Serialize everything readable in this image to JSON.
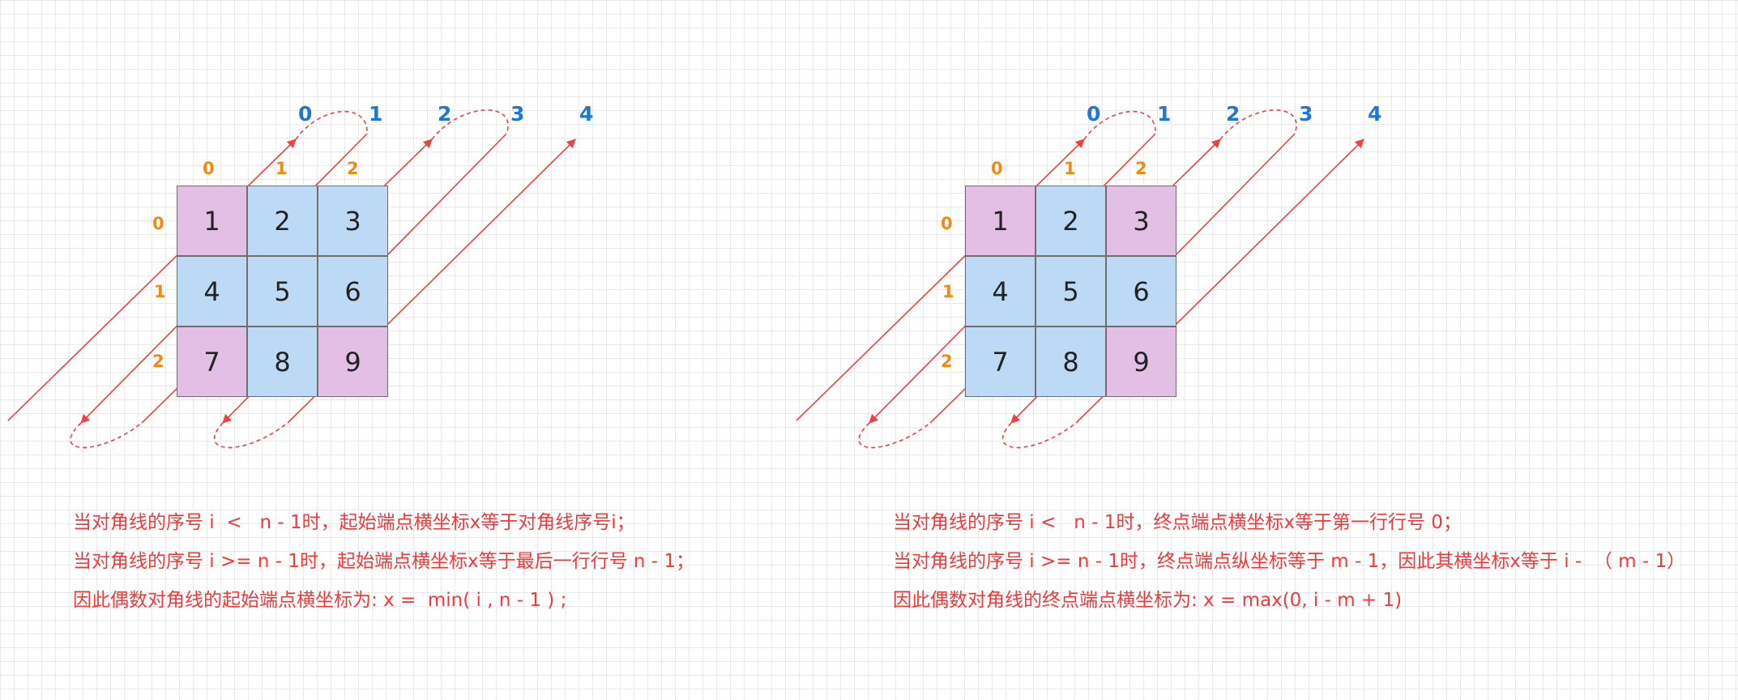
{
  "diagonal_labels": [
    "0",
    "1",
    "2",
    "3",
    "4"
  ],
  "col_labels": [
    "0",
    "1",
    "2"
  ],
  "row_labels": [
    "0",
    "1",
    "2"
  ],
  "left_grid": {
    "values": [
      "1",
      "2",
      "3",
      "4",
      "5",
      "6",
      "7",
      "8",
      "9"
    ],
    "fill": [
      "pink",
      "blue",
      "blue",
      "blue",
      "blue",
      "blue",
      "pink",
      "blue",
      "pink"
    ]
  },
  "right_grid": {
    "values": [
      "1",
      "2",
      "3",
      "4",
      "5",
      "6",
      "7",
      "8",
      "9"
    ],
    "fill": [
      "pink",
      "blue",
      "pink",
      "blue",
      "blue",
      "blue",
      "blue",
      "blue",
      "pink"
    ]
  },
  "left_notes": [
    "当对角线的序号 i  <   n - 1时，起始端点横坐标x等于对角线序号i；",
    "当对角线的序号 i >= n - 1时，起始端点横坐标x等于最后一行行号 n - 1；",
    "因此偶数对角线的起始端点横坐标为: x =  min( i , n - 1 ) ;"
  ],
  "right_notes": [
    "当对角线的序号 i <   n - 1时，终点端点横坐标x等于第一行行号 0；",
    "当对角线的序号 i >= n - 1时，终点端点纵坐标等于 m - 1，因此其横坐标x等于 i -  （ m - 1）",
    "因此偶数对角线的终点端点横坐标为: x = max(0, i - m + 1)"
  ],
  "colors": {
    "arrow": "#f04040",
    "diagonal_label": "#1f77d4",
    "index_label": "#f08a14",
    "cell_blue": "#bcdaf5",
    "cell_pink": "#e3bfe6",
    "note_text": "#f03a3a"
  }
}
